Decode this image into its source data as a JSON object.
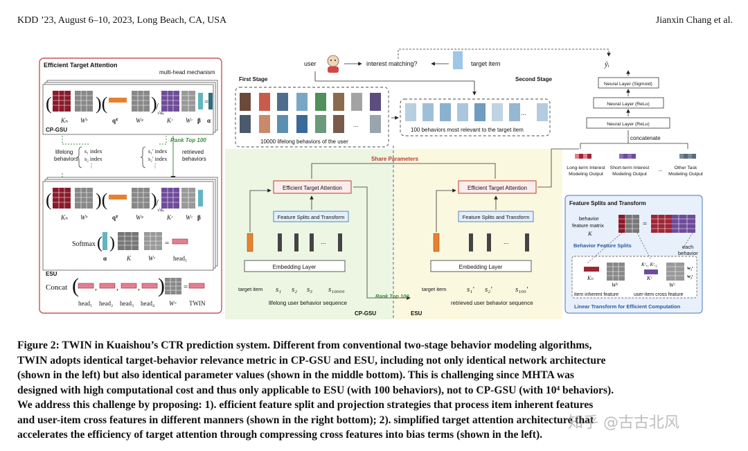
{
  "header": {
    "venue": "KDD ’23, August 6–10, 2023, Long Beach, CA, USA",
    "authors": "Jianxin Chang et al."
  },
  "figure": {
    "eta": {
      "title": "Efficient Target Attention",
      "multihead": "multi-head mechanism",
      "cpgsu": "CP-GSU",
      "esu": "ESU",
      "rank_top": "Rank Top 100",
      "lifelong1": "lifelong",
      "lifelong2": "behaviors",
      "retrieved1": "retrieved",
      "retrieved2": "behaviors",
      "idx1": "s₁ index",
      "idx2": "s₂ index",
      "idx1p": "s₁′ index",
      "idx2p": "s₂′ index",
      "sym_kh": "Kₕ",
      "sym_wh": "Wʰ",
      "sym_q": "qᵀ",
      "sym_wq": "Wᵠ",
      "sym_kc": "Kᶜ",
      "sym_wc": "Wᶜ",
      "sym_beta": "β",
      "sym_alpha": "α",
      "sym_k": "K",
      "sym_wv": "Wᵛ",
      "sym_head1": "head₁",
      "softmax": "Softmax",
      "concat": "Concat",
      "heads": [
        "head₁",
        "head₂",
        "head₃",
        "head₄"
      ],
      "wo": "Wᵒ",
      "twin": "TWIN",
      "sqrt": "√dₖ"
    },
    "top": {
      "user": "user",
      "interest": "interest matching?",
      "target": "target item",
      "first_stage": "First Stage",
      "second_stage": "Second Stage",
      "lifelong_caption": "10000 lifelong behaviors of the user",
      "relevant_caption": "100 behaviors most relevant to the target item",
      "ellipsis": "..."
    },
    "middle": {
      "share": "Share Parameters",
      "eta_box": "Efficient Target Attention",
      "fst_box": "Feature Splits and Transform",
      "embed": "Embedding Layer",
      "target_item": "target item",
      "s_left": [
        "s₁",
        "s₂",
        "s₃",
        "s₁₀₀₀₀"
      ],
      "s_right": [
        "s₁′",
        "s₂′",
        "s₁₀₀′"
      ],
      "lifelong_seq": "lifelong user behavior sequence",
      "retrieved_seq": "retrieved user behavior sequence",
      "rank_top": "Rank Top 100",
      "cpgsu": "CP-GSU",
      "esu": "ESU",
      "ellipsis": "..."
    },
    "right": {
      "y_hat": "ŷᵢ",
      "sigmoid": "Neural Layer (Sigmoid)",
      "relu1": "Neural Layer (ReLu)",
      "relu2": "Neural Layer (ReLu)",
      "concatenate": "concatenate",
      "out1a": "Long-term Interest",
      "out1b": "Modeling Output",
      "out2a": "Short-term Interest",
      "out2b": "Modeling Output",
      "out3a": "Other Task",
      "out3b": "Modeling Output",
      "ellipsis": "...",
      "fst_title": "Feature Splits and Transform",
      "bfm1": "behavior",
      "bfm2": "feature matrix",
      "bfm3": "K",
      "bfs": "Behavior Feature Splits",
      "each1": "each",
      "each2": "behavior",
      "kh": "Kₕ",
      "kc": "Kᶜ",
      "kc12": "Kᶜ,₁ Kᶜ,₂",
      "wh": "Wʰ",
      "wc": "Wᶜ",
      "w1": "w₁ᶜ",
      "w2": "w₂ᶜ",
      "inherent": "item inherent feature",
      "cross": "user-item cross feature",
      "linear": "Linear Transform for Efficient Computation"
    }
  },
  "caption": {
    "lines": [
      "Figure 2: TWIN in Kuaishou’s CTR prediction system. Different from conventional two-stage behavior modeling algorithms,",
      "TWIN adopts identical target-behavior relevance metric in CP-GSU and ESU, including not only identical network architecture",
      "(shown in the left) but also identical parameter values (shown in the middle bottom). This is challenging since MHTA was",
      "designed with high computational cost and thus only applicable to ESU (with 100 behaviors), not to CP-GSU (with 10⁴ behaviors).",
      "We address this challenge by proposing: 1). efficient feature split and projection strategies that process item inherent features",
      "and user-item cross features in different manners (shown in the right bottom); 2). simplified target attention architecture that",
      "accelerates the efficiency of target attention through compressing cross features into bias terms (shown in the left)."
    ]
  },
  "watermark": "知乎 @古古北风"
}
